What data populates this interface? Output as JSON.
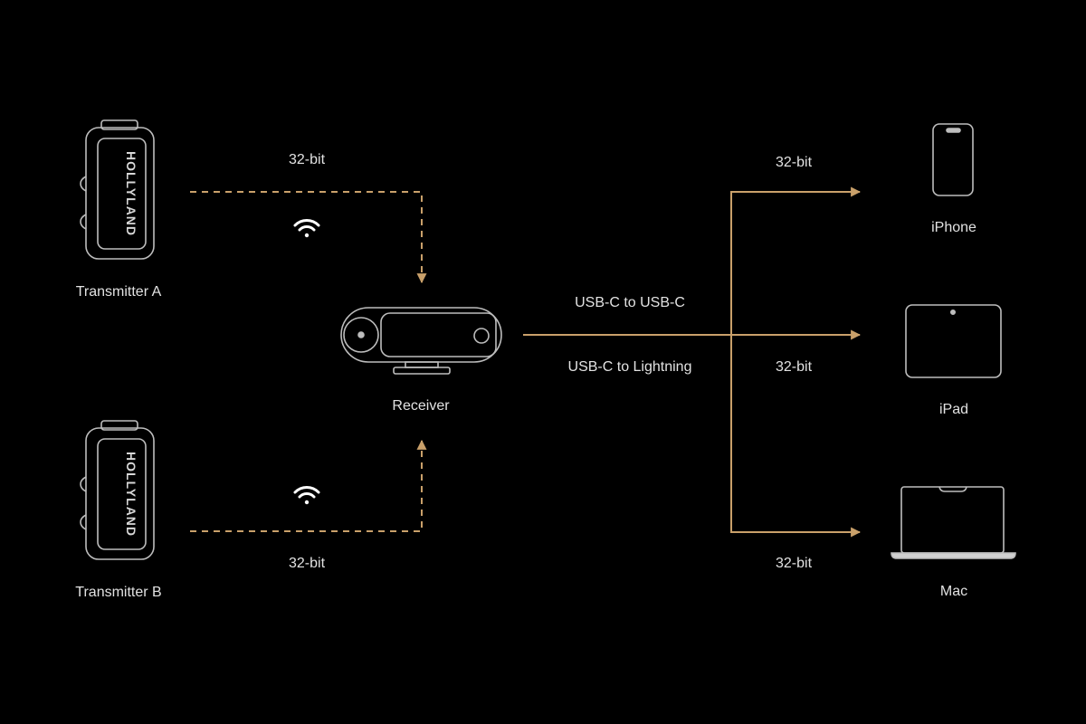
{
  "colors": {
    "background": "#000000",
    "accent": "#c9a06a",
    "outline": "#bdbdbd",
    "text": "#e2e2e2",
    "wifi": "#ffffff"
  },
  "devices": {
    "transmitter_a": {
      "label": "Transmitter A",
      "brand": "HOLLYLAND"
    },
    "transmitter_b": {
      "label": "Transmitter B",
      "brand": "HOLLYLAND"
    },
    "receiver": {
      "label": "Receiver"
    },
    "iphone": {
      "label": "iPhone"
    },
    "ipad": {
      "label": "iPad"
    },
    "mac": {
      "label": "Mac"
    }
  },
  "links": {
    "tx_a_bitdepth": "32-bit",
    "tx_b_bitdepth": "32-bit",
    "cable_usbc": "USB-C to USB-C",
    "cable_lightning": "USB-C to Lightning",
    "iphone_bitdepth": "32-bit",
    "ipad_bitdepth": "32-bit",
    "mac_bitdepth": "32-bit"
  },
  "icons": {
    "wifi": "wifi-icon",
    "transmitter": "transmitter-icon",
    "receiver": "receiver-icon",
    "phone": "iphone-icon",
    "tablet": "ipad-icon",
    "laptop": "mac-laptop-icon"
  }
}
